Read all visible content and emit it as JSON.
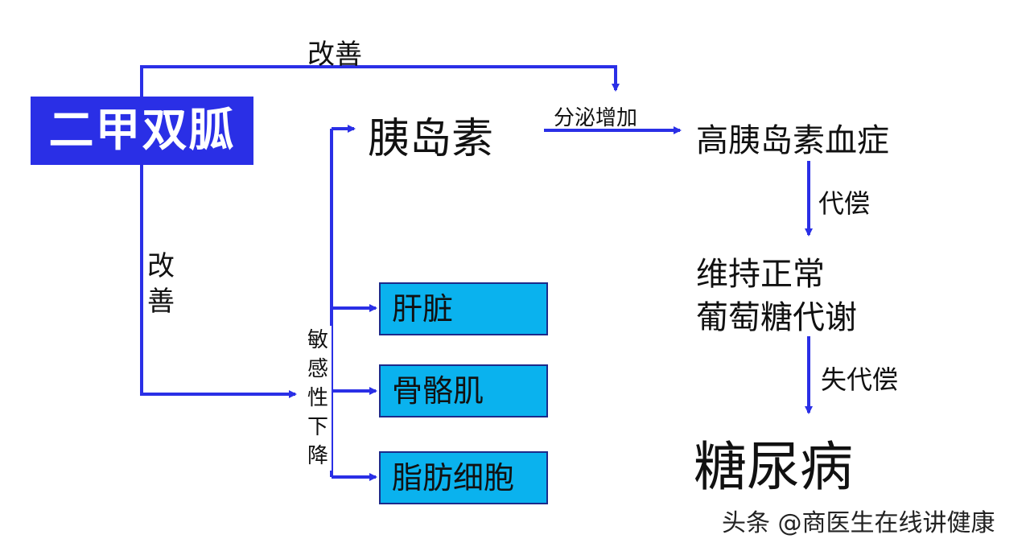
{
  "nodes": {
    "metformin": "二甲双胍",
    "insulin": "胰岛素",
    "hyperinsulinemia": "高胰岛素血症",
    "maintain_line1": "维持正常",
    "maintain_line2": "葡萄糖代谢",
    "diabetes": "糖尿病",
    "liver": "肝脏",
    "muscle": "骨骼肌",
    "fat": "脂肪细胞"
  },
  "edge_labels": {
    "improve_top": "改善",
    "improve_left_1": "改",
    "improve_left_2": "善",
    "secretion_increase": "分泌增加",
    "compensation": "代偿",
    "decompensation": "失代偿",
    "sensitivity_chars": [
      "敏",
      "感",
      "性",
      "下",
      "降"
    ]
  },
  "watermark": "头条 @商医生在线讲健康",
  "colors": {
    "arrow": "#2a2fe6",
    "metformin_box": "#2a2fe6",
    "tissue_box": "#0ab2ee",
    "tissue_border": "#1c2a8a"
  }
}
